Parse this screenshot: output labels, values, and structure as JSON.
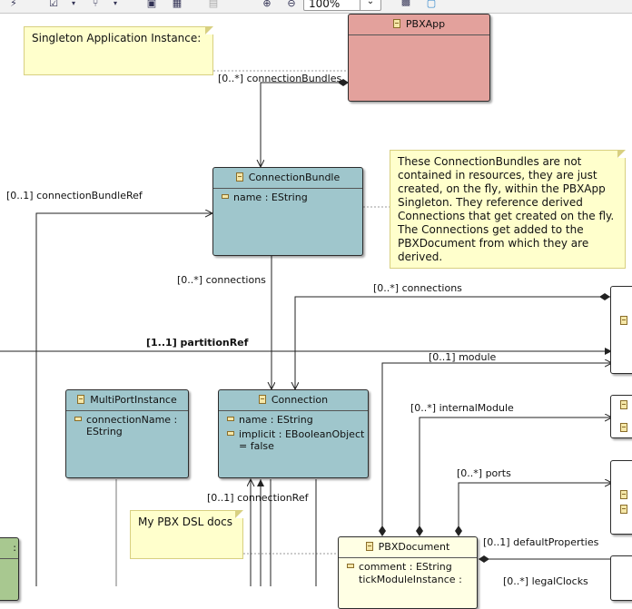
{
  "toolbar": {
    "zoom_value": "100%",
    "icons": [
      "select-icon",
      "check-icon",
      "fork-icon",
      "layout-icon",
      "grid-icon",
      "copy-icon",
      "zoom-in-icon",
      "zoom-out-icon",
      "image-icon",
      "export-icon"
    ]
  },
  "notes": {
    "singleton": "Singleton Application Instance:",
    "bundles": "These ConnectionBundles are not contained in resources, they are just created, on the fly, within the PBXApp Singleton. They reference derived Connections that get created on the fly. The Connections get added to the PBXDocument from which they are derived.",
    "dsl": "My PBX DSL docs"
  },
  "classes": {
    "pbxapp": {
      "name": "PBXApp",
      "color": "#e3a19c"
    },
    "connection_bundle": {
      "name": "ConnectionBundle",
      "color": "#9fc6cc",
      "attrs": [
        "name : EString"
      ]
    },
    "multi_port_instance": {
      "name": "MultiPortInstance",
      "color": "#9fc6cc",
      "attrs": [
        "connectionName : EString"
      ]
    },
    "connection": {
      "name": "Connection",
      "color": "#9fc6cc",
      "attrs": [
        "name : EString",
        "implicit : EBooleanObject = false"
      ]
    },
    "pbx_document": {
      "name": "PBXDocument",
      "color": "#ffffe4",
      "attrs": [
        "comment : EString",
        "tickModuleInstance :"
      ]
    }
  },
  "edge_labels": {
    "connection_bundles": "[0..*] connectionBundles",
    "connection_bundle_ref": "[0..1] connectionBundleRef",
    "connections_left": "[0..*] connections",
    "connections_right": "[0..*] connections",
    "partition_ref": "[1..1] partitionRef",
    "module": "[0..1] module",
    "internal_module": "[0..*] internalModule",
    "ports": "[0..*] ports",
    "connection_ref": "[0..1] connectionRef",
    "default_properties": "[0..1] defaultProperties",
    "legal_clocks": "[0..*] legalClocks"
  },
  "colors": {
    "blue_class": "#9fc6cc",
    "red_class": "#e3a19c",
    "green_class": "#a8c890",
    "note_fill": "#ffffcc"
  }
}
